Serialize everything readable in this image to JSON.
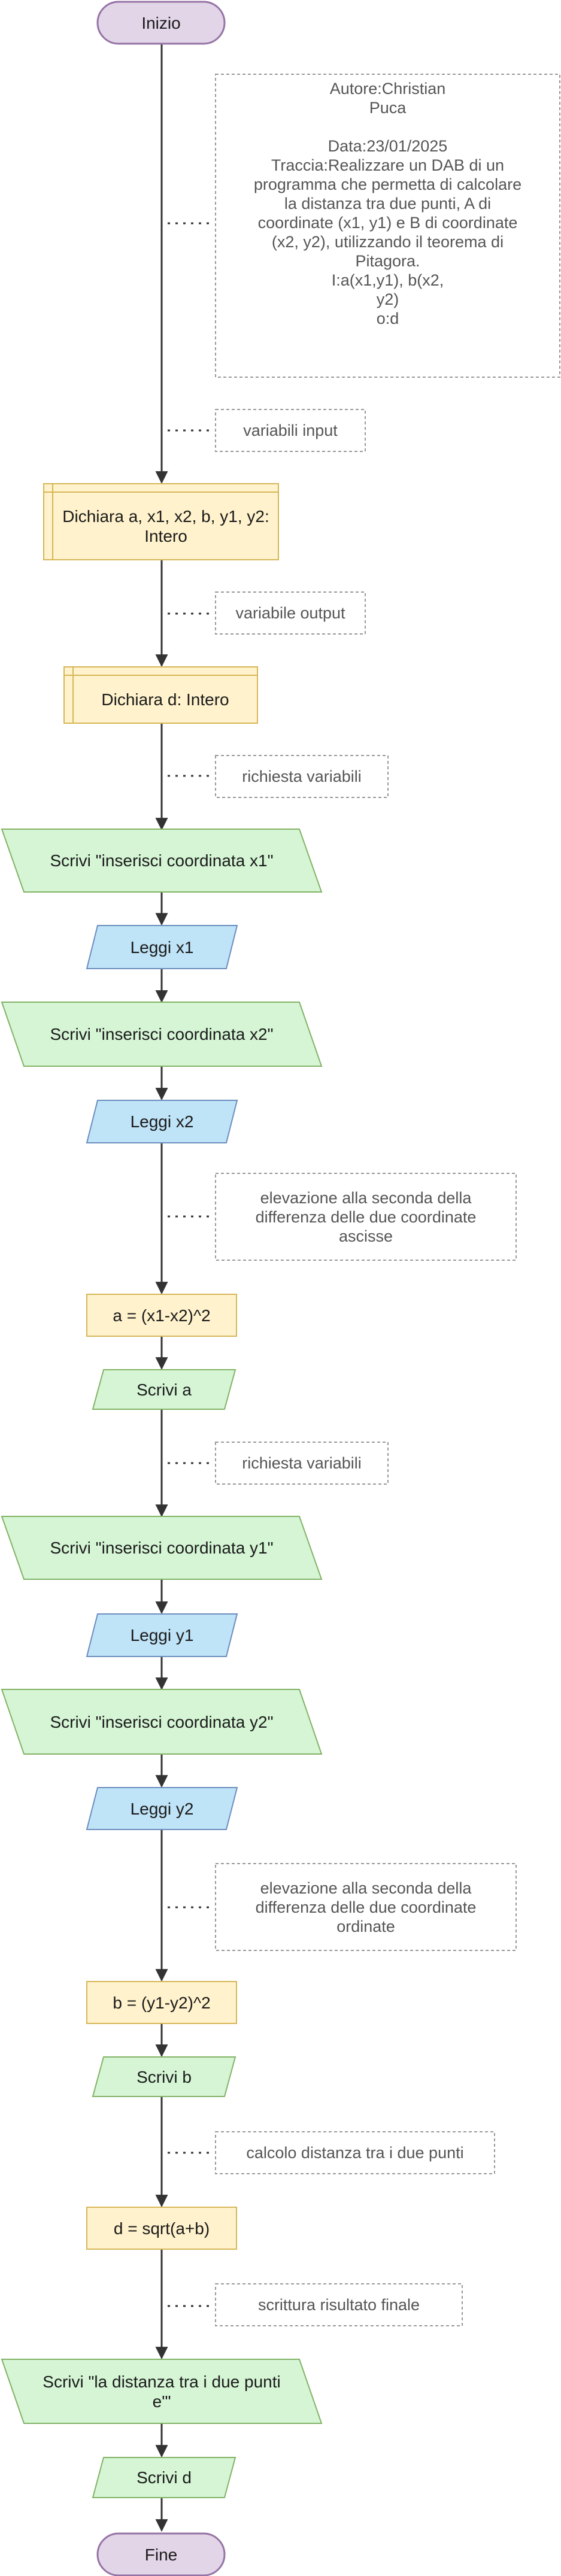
{
  "flowchart": {
    "start": "Inizio",
    "end": "Fine",
    "steps": [
      {
        "id": "decl_in",
        "type": "declare",
        "text": "Dichiara a, x1, x2, b, y1, y2: Intero"
      },
      {
        "id": "decl_out",
        "type": "declare",
        "text": "Dichiara d: Intero"
      },
      {
        "id": "out_x1",
        "type": "output",
        "text": "Scrivi \"inserisci coordinata x1\""
      },
      {
        "id": "in_x1",
        "type": "input",
        "text": "Leggi x1"
      },
      {
        "id": "out_x2",
        "type": "output",
        "text": "Scrivi \"inserisci coordinata x2\""
      },
      {
        "id": "in_x2",
        "type": "input",
        "text": "Leggi x2"
      },
      {
        "id": "calc_a",
        "type": "process",
        "text": "a = (x1-x2)^2"
      },
      {
        "id": "out_a",
        "type": "output",
        "text": "Scrivi a"
      },
      {
        "id": "out_y1",
        "type": "output",
        "text": "Scrivi \"inserisci coordinata y1\""
      },
      {
        "id": "in_y1",
        "type": "input",
        "text": "Leggi y1"
      },
      {
        "id": "out_y2",
        "type": "output",
        "text": "Scrivi \"inserisci coordinata y2\""
      },
      {
        "id": "in_y2",
        "type": "input",
        "text": "Leggi y2"
      },
      {
        "id": "calc_b",
        "type": "process",
        "text": "b = (y1-y2)^2"
      },
      {
        "id": "out_b",
        "type": "output",
        "text": "Scrivi b"
      },
      {
        "id": "calc_d",
        "type": "process",
        "text": "d = sqrt(a+b)"
      },
      {
        "id": "out_msg",
        "type": "output",
        "text": "Scrivi \"la distanza tra i due punti e'\""
      },
      {
        "id": "out_d",
        "type": "output",
        "text": "Scrivi d"
      }
    ],
    "comments": {
      "author": {
        "lines": [
          "Autore:Christian",
          "Puca",
          "",
          "Data:23/01/2025",
          "Traccia:Realizzare un DAB di un",
          "programma che permetta di calcolare",
          "la distanza tra due punti, A di",
          "coordinate (x1, y1) e B di coordinate",
          "(x2, y2), utilizzando il teorema di",
          "Pitagora.",
          "I:a(x1,y1), b(x2,",
          "y2)",
          "o:d"
        ]
      },
      "var_input": "variabili input",
      "var_output": "variabile output",
      "request_x": "richiesta variabili",
      "square_x": "elevazione alla seconda della differenza delle due coordinate ascisse",
      "request_y": "richiesta variabili",
      "square_y": "elevazione alla seconda della differenza delle due coordinate ordinate",
      "distance": "calcolo distanza tra i due punti",
      "final": "scrittura risultato finale"
    }
  },
  "colors": {
    "terminal": "#e1d5e7",
    "terminal_border": "#9673a6",
    "declare": "#fff2cc",
    "declare_border": "#d6b656",
    "process": "#fff2cc",
    "process_border": "#d6b656",
    "output": "#d5f5d5",
    "output_border": "#82b366",
    "input": "#bfe3f7",
    "input_border": "#6c8ebf",
    "line": "#333333",
    "comment_border": "#999999",
    "comment_text": "#555555"
  }
}
